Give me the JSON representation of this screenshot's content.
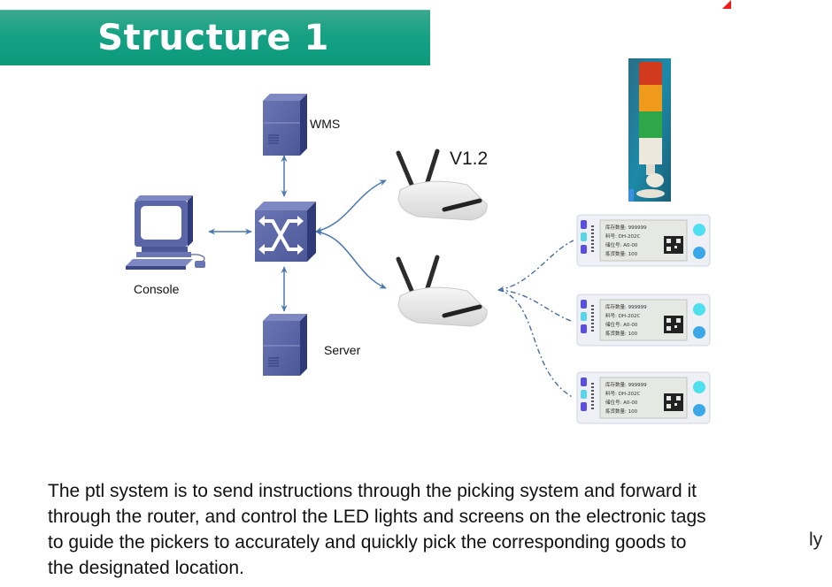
{
  "slide": {
    "title": "Structure 1",
    "colors": {
      "banner": "#16a184",
      "device_blue": "#4f5a9c",
      "link_blue": "#4a78b0",
      "corner_mark": "#ee1c1c"
    }
  },
  "diagram": {
    "nodes": [
      {
        "id": "wms",
        "label": "WMS",
        "icon": "server-tower-icon"
      },
      {
        "id": "console",
        "label": "Console",
        "icon": "desktop-computer-icon"
      },
      {
        "id": "switch",
        "label": "",
        "icon": "network-switch-icon"
      },
      {
        "id": "server",
        "label": "Server",
        "icon": "server-tower-icon"
      },
      {
        "id": "router1",
        "label": "V1.2",
        "icon": "wireless-router-icon"
      },
      {
        "id": "router2",
        "label": "",
        "icon": "wireless-router-icon"
      },
      {
        "id": "tower_light",
        "label": "",
        "icon": "stack-tower-light-icon"
      },
      {
        "id": "tag1",
        "label": "",
        "icon": "electronic-shelf-tag-icon"
      },
      {
        "id": "tag2",
        "label": "",
        "icon": "electronic-shelf-tag-icon"
      },
      {
        "id": "tag3",
        "label": "",
        "icon": "electronic-shelf-tag-icon"
      }
    ],
    "edges": [
      {
        "from": "wms",
        "to": "switch",
        "style": "solid",
        "direction": "both"
      },
      {
        "from": "console",
        "to": "switch",
        "style": "solid",
        "direction": "both"
      },
      {
        "from": "server",
        "to": "switch",
        "style": "solid",
        "direction": "both"
      },
      {
        "from": "switch",
        "to": "router1",
        "style": "curved",
        "direction": "both"
      },
      {
        "from": "switch",
        "to": "router2",
        "style": "curved",
        "direction": "both"
      },
      {
        "from": "router2",
        "to": "tag1",
        "style": "dashed",
        "direction": "to-router"
      },
      {
        "from": "router2",
        "to": "tag2",
        "style": "dashed",
        "direction": "to-router"
      },
      {
        "from": "router2",
        "to": "tag3",
        "style": "dashed",
        "direction": "to-router"
      }
    ],
    "tag_screen_lines": [
      "库存数量: 999999",
      "料号: DH-202C",
      "储位号: A0-00",
      "拣货数量: 100"
    ]
  },
  "description": {
    "lines": [
      "The ptl system is to send instructions through the picking system and forward it",
      "through the router, and control the LED lights and screens on the electronic tags",
      "to guide the pickers to accurately and quickly pick the corresponding goods to",
      "the designated location."
    ],
    "stray_fragment": "ly"
  }
}
